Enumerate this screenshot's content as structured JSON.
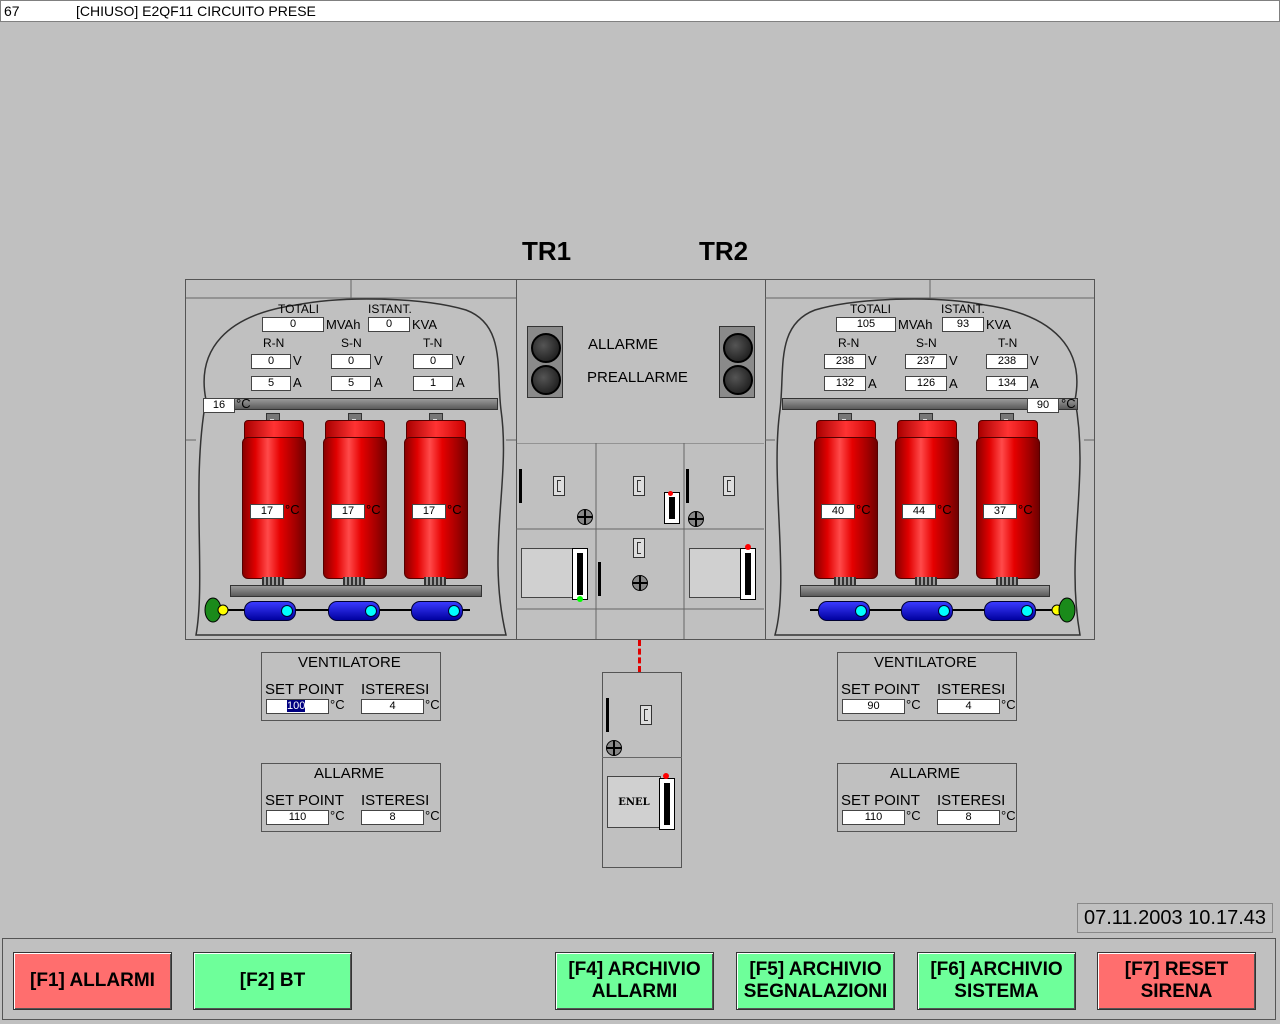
{
  "statusbar": {
    "id": "67",
    "message": "[CHIUSO]  E2QF11 CIRCUITO PRESE"
  },
  "titles": {
    "tr1": "TR1",
    "tr2": "TR2"
  },
  "center": {
    "allarme": "ALLARME",
    "preallarme": "PREALLARME",
    "enel": "ENEL"
  },
  "tr1": {
    "totali_label": "TOTALI",
    "istant_label": "ISTANT.",
    "totali": "0",
    "totali_unit": "MVAh",
    "istant": "0",
    "istant_unit": "KVA",
    "phases": [
      {
        "label": "R-N",
        "v": "0",
        "a": "5"
      },
      {
        "label": "S-N",
        "v": "0",
        "a": "5"
      },
      {
        "label": "T-N",
        "v": "0",
        "a": "1"
      }
    ],
    "v_unit": "V",
    "a_unit": "A",
    "busbar_temp": "16",
    "deg": "°C",
    "coil_temps": [
      "17",
      "17",
      "17"
    ],
    "ventilatore": {
      "title": "VENTILATORE",
      "sp_label": "SET POINT",
      "ist_label": "ISTERESI",
      "setpoint": "100",
      "isteresi": "4"
    },
    "allarme": {
      "title": "ALLARME",
      "sp_label": "SET POINT",
      "ist_label": "ISTERESI",
      "setpoint": "110",
      "isteresi": "8"
    }
  },
  "tr2": {
    "totali_label": "TOTALI",
    "istant_label": "ISTANT.",
    "totali": "105",
    "totali_unit": "MVAh",
    "istant": "93",
    "istant_unit": "KVA",
    "phases": [
      {
        "label": "R-N",
        "v": "238",
        "a": "132"
      },
      {
        "label": "S-N",
        "v": "237",
        "a": "126"
      },
      {
        "label": "T-N",
        "v": "238",
        "a": "134"
      }
    ],
    "v_unit": "V",
    "a_unit": "A",
    "busbar_temp": "90",
    "deg": "°C",
    "coil_temps": [
      "40",
      "44",
      "37"
    ],
    "ventilatore": {
      "title": "VENTILATORE",
      "sp_label": "SET POINT",
      "ist_label": "ISTERESI",
      "setpoint": "90",
      "isteresi": "4"
    },
    "allarme": {
      "title": "ALLARME",
      "sp_label": "SET POINT",
      "ist_label": "ISTERESI",
      "setpoint": "110",
      "isteresi": "8"
    }
  },
  "datetime": "07.11.2003 10.17.43",
  "buttons": {
    "f1": "[F1]   ALLARMI",
    "f2": "[F2]   BT",
    "f4": "[F4] ARCHIVIO\nALLARMI",
    "f5": "[F5] ARCHIVIO\nSEGNALAZIONI",
    "f6": "[F6] ARCHIVIO\nSISTEMA",
    "f7": "[F7]   RESET\nSIRENA"
  },
  "colors": {
    "alarm_button": "#ff6e6e",
    "nav_button": "#6eff9a",
    "coil": "#e00000",
    "fan": "#0000c0"
  }
}
